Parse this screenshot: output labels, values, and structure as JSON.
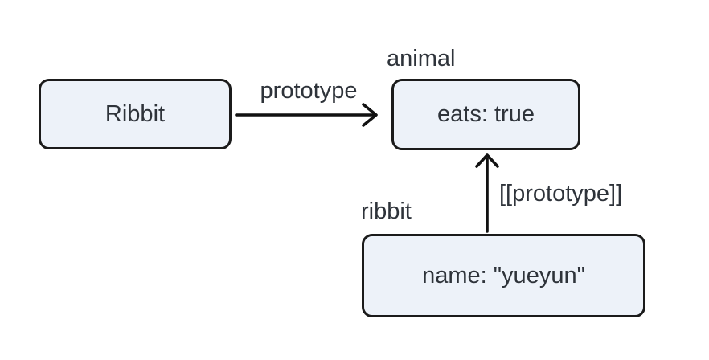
{
  "diagram": {
    "type": "prototype-chain",
    "nodes": {
      "ribbit_function": {
        "body": "Ribbit"
      },
      "animal_object": {
        "title": "animal",
        "body": "eats: true"
      },
      "ribbit_object": {
        "title": "ribbit",
        "body": "name: \"yueyun\""
      }
    },
    "edges": {
      "prototype_edge": {
        "label": "prototype",
        "from": "ribbit_function",
        "to": "animal_object",
        "direction": "right"
      },
      "proto_internal_edge": {
        "label": "[[prototype]]",
        "from": "ribbit_object",
        "to": "animal_object",
        "direction": "up"
      }
    },
    "colors": {
      "background": "#ffffff",
      "box_fill": "#edf2f9",
      "box_border": "#1b1b1b",
      "text": "#2e333a",
      "arrow": "#111111"
    }
  }
}
